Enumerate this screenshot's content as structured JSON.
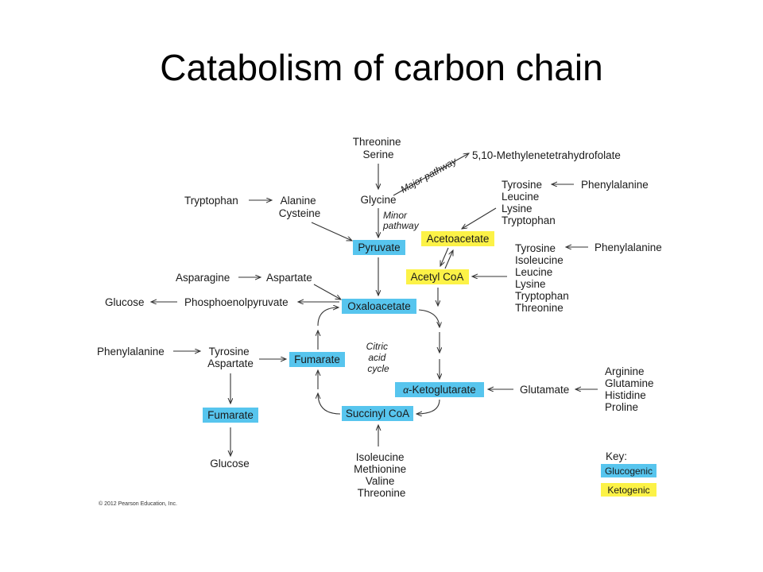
{
  "slide": {
    "title": "Catabolism of carbon chain"
  },
  "colors": {
    "glucogenic": "#57c5ee",
    "ketogenic": "#fcf247"
  },
  "nodes": {
    "threonine_serine": [
      "Threonine",
      "Serine"
    ],
    "glycine": "Glycine",
    "methylene_thf": "5,10-Methylenetetrahydrofolate",
    "tryptophan_left": "Tryptophan",
    "alanine_cysteine": [
      "Alanine",
      "Cysteine"
    ],
    "pyruvate": "Pyruvate",
    "acetoacetate": "Acetoacetate",
    "acetyl_coa": "Acetyl CoA",
    "ketogenic_group_1": [
      "Tyrosine",
      "Leucine",
      "Lysine",
      "Tryptophan"
    ],
    "phenylalanine_top": "Phenylalanine",
    "acetyl_group": [
      "Tyrosine",
      "Isoleucine",
      "Leucine",
      "Lysine",
      "Tryptophan",
      "Threonine"
    ],
    "phenylalanine_mid": "Phenylalanine",
    "asparagine": "Asparagine",
    "aspartate": "Aspartate",
    "glucose_left": "Glucose",
    "pep": "Phosphoenolpyruvate",
    "oxaloacetate": "Oxaloacetate",
    "phenylalanine_left": "Phenylalanine",
    "tyrosine_aspartate": [
      "Tyrosine",
      "Aspartate"
    ],
    "fumarate_cycle": "Fumarate",
    "fumarate_left": "Fumarate",
    "glucose_bottom": "Glucose",
    "alpha_kg": "-Ketoglutarate",
    "alpha_symbol": "α",
    "glutamate": "Glutamate",
    "glutamate_sources": [
      "Arginine",
      "Glutamine",
      "Histidine",
      "Proline"
    ],
    "succinyl_coa": "Succinyl CoA",
    "succinyl_sources": [
      "Isoleucine",
      "Methionine",
      "Valine",
      "Threonine"
    ],
    "citric_cycle": [
      "Citric",
      "acid",
      "cycle"
    ]
  },
  "edge_labels": {
    "major_pathway": "Major pathway",
    "minor_pathway": [
      "Minor",
      "pathway"
    ]
  },
  "key": {
    "title": "Key:",
    "glucogenic": "Glucogenic",
    "ketogenic": "Ketogenic"
  },
  "copyright": "© 2012 Pearson Education, Inc."
}
